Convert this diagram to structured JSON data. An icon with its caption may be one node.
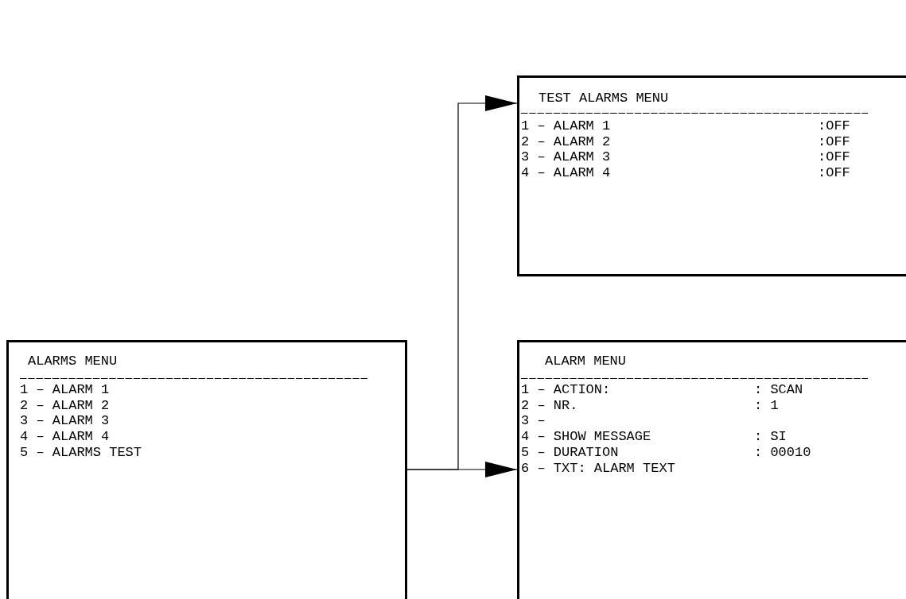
{
  "diagram": {
    "nodes": [
      {
        "text": [
          "ALARMS MENU",
          "1 – ALARM 1",
          "2 – ALARM 2",
          "3 – ALARM 3",
          "4 – ALARM 4",
          "5 – ALARMS TEST"
        ]
      },
      {
        "text": [
          "TEST ALARMS MENU",
          "1 – ALARM 1",
          ":OFF",
          "2 – ALARM 2",
          ":OFF",
          "3 – ALARM 3",
          ":OFF",
          "4 – ALARM 4",
          ":OFF"
        ]
      },
      {
        "text": [
          "ALARM MENU",
          "1 – ACTION:",
          ": SCAN",
          "2 – NR.",
          ": 1",
          "3 –",
          "4 – SHOW MESSAGE",
          ": SI",
          "5 – DURATION",
          ": 00010",
          "6 – TXT: ALARM TEXT"
        ]
      }
    ],
    "edges": [
      {
        "from": 0,
        "to": 1,
        "arrow": "to"
      },
      {
        "from": 0,
        "to": 2,
        "arrow": "to"
      }
    ]
  }
}
